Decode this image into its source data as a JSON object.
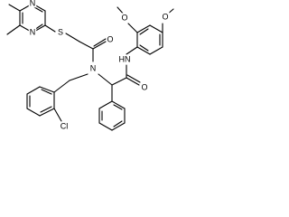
{
  "diagram": {
    "type": "chemical-structure",
    "atom_labels": {
      "n_pyrimidine_top": "N",
      "n_pyrimidine_bottom": "N",
      "s_thioether": "S",
      "o_acetyl": "O",
      "n_amide": "N",
      "o_methoxy_ortho": "O",
      "o_methoxy_para": "O",
      "nh_anilide": "HN",
      "cl_benzyl": "Cl",
      "o_anilide": "O"
    }
  }
}
